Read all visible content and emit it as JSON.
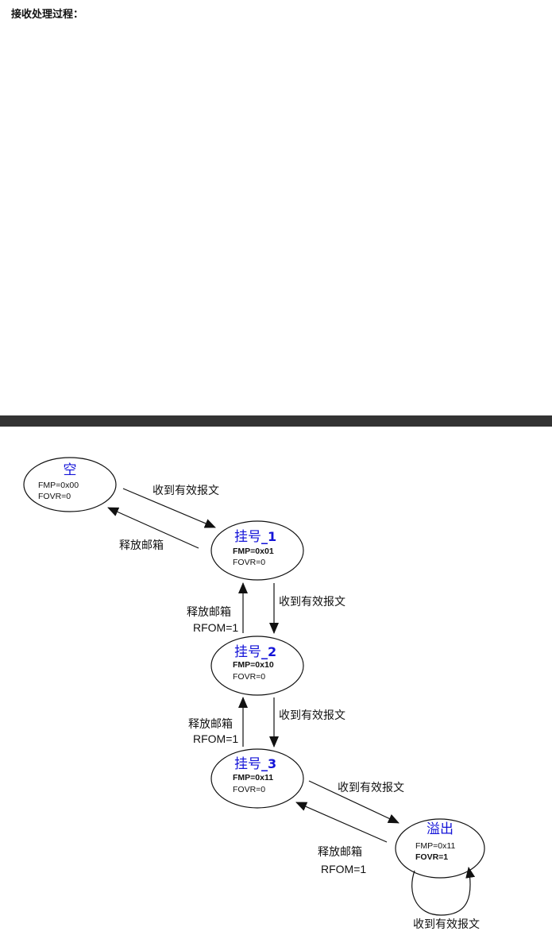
{
  "page": {
    "heading": "接收处理过程："
  },
  "diagram": {
    "states": {
      "empty": {
        "title": "空",
        "fmp": "FMP=0x00",
        "fovr": "FOVR=0"
      },
      "pending1": {
        "title_cn": "挂号",
        "title_num": "_1",
        "fmp": "FMP=0x01",
        "fovr": "FOVR=0"
      },
      "pending2": {
        "title_cn": "挂号",
        "title_num": "_2",
        "fmp": "FMP=0x10",
        "fovr": "FOVR=0"
      },
      "pending3": {
        "title_cn": "挂号",
        "title_num": "_3",
        "fmp": "FMP=0x11",
        "fovr": "FOVR=0"
      },
      "overflow": {
        "title": "溢出",
        "fmp": "FMP=0x11",
        "fovr": "FOVR=1"
      }
    },
    "edges": {
      "empty_to_p1": "收到有效报文",
      "p1_to_empty": "释放邮箱",
      "p1_to_p2": "收到有效报文",
      "p2_to_p1_line1": "释放邮箱",
      "p2_to_p1_line2": "RFOM=1",
      "p2_to_p3": "收到有效报文",
      "p3_to_p2_line1": "释放邮箱",
      "p3_to_p2_line2": "RFOM=1",
      "p3_to_overflow": "收到有效报文",
      "overflow_to_p3_line1": "释放邮箱",
      "overflow_to_p3_line2": "RFOM=1",
      "overflow_self": "收到有效报文"
    }
  }
}
